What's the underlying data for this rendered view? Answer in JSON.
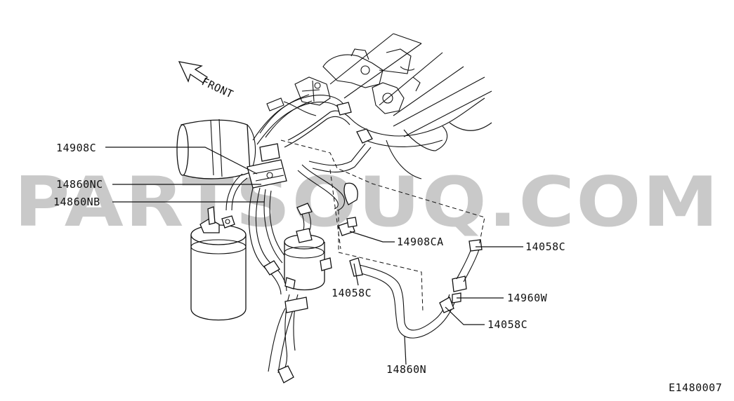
{
  "watermark": "PARTSOUQ.COM",
  "direction": {
    "label": "FRONT",
    "icon": "front-arrow-icon"
  },
  "parts": {
    "p14908C": "14908C",
    "p14860NC": "14860NC",
    "p14860NB": "14860NB",
    "p14908CA": "14908CA",
    "p14058C_a": "14058C",
    "p14058C_b": "14058C",
    "p14058C_c": "14058C",
    "p14960W": "14960W",
    "p14860N": "14860N"
  },
  "figure_code": "E1480007"
}
